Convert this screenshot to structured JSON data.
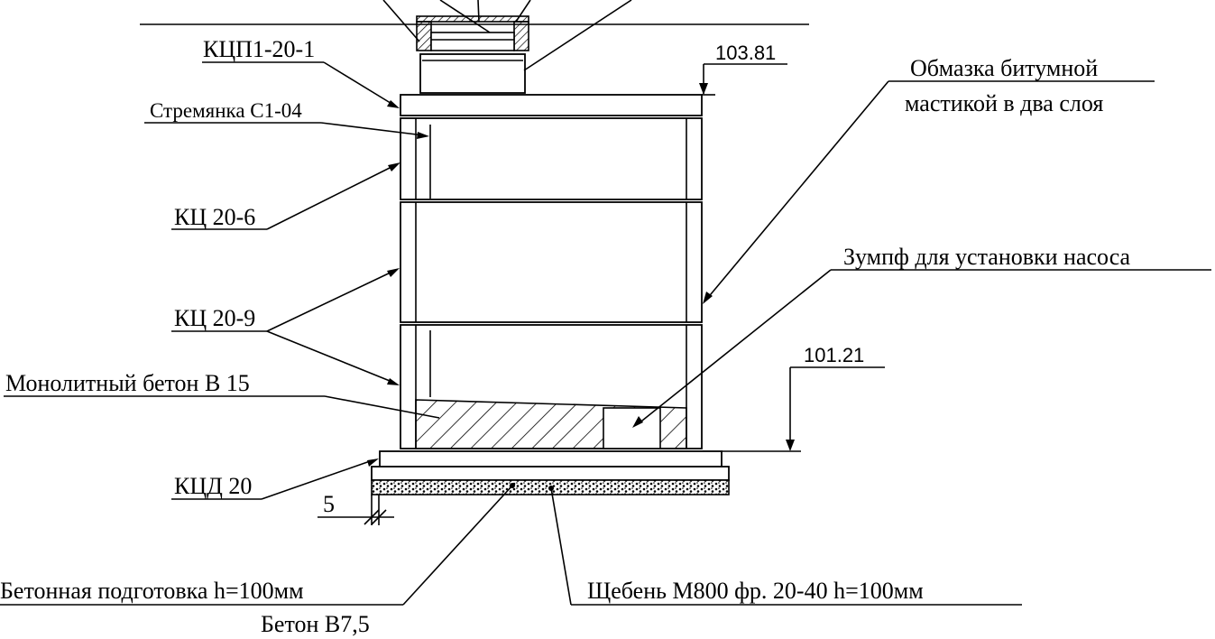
{
  "labels": {
    "cover_slab": "КЦП1-20-1",
    "ladder": "Стремянка С1-04",
    "ring_top": "КЦ 20-6",
    "ring_lower": "КЦ 20-9",
    "concrete_fill": "Монолитный бетон В 15",
    "bottom_slab": "КЦД 20",
    "waterproofing_line1": "Обмазка битумной",
    "waterproofing_line2": "мастикой в два слоя",
    "sump": "Зумпф для установки насоса",
    "concrete_prep": "Бетонная подготовка h=100мм",
    "concrete_class": "Бетон В7,5",
    "gravel": "Щебень М800 фр. 20-40 h=100мм"
  },
  "dimensions": {
    "top_elevation": "103.81",
    "bottom_elevation": "101.21",
    "gap": "5"
  }
}
